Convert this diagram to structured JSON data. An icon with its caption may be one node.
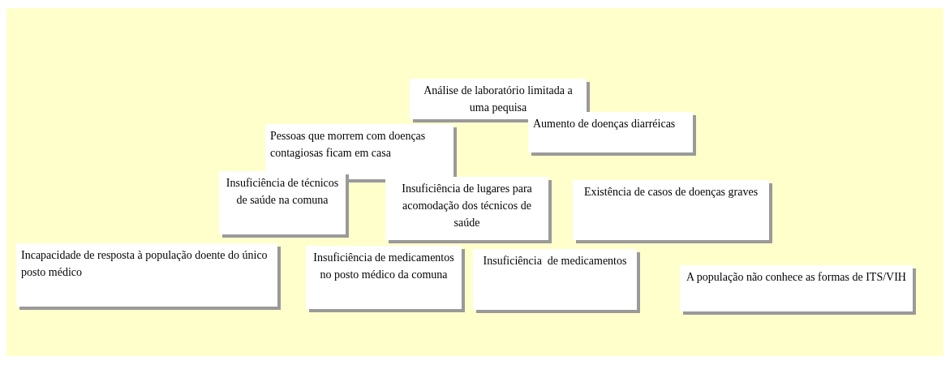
{
  "diagram": {
    "nodes": [
      {
        "text": [
          "Análise de laboratório limitada a uma pequisa"
        ]
      },
      {
        "text": [
          "Pessoas que morrem com doenças contagiosas ficam em casa"
        ]
      },
      {
        "text": [
          "Aumento de doenças diarréicas"
        ]
      },
      {
        "text": [
          "Insuficiência de técnicos de saúde na comuna"
        ]
      },
      {
        "text": [
          "Insuficiência de lugares para acomodação dos técnicos de saúde"
        ]
      },
      {
        "text": [
          "Existência de casos de doenças graves"
        ]
      },
      {
        "text": [
          "Incapacidade de resposta à população doente do único posto médico"
        ]
      },
      {
        "text": [
          "Insuficiência de medicamentos no posto médico da comuna"
        ]
      },
      {
        "text": [
          "Insuficiência  de medicamentos"
        ]
      },
      {
        "text": [
          "A população não conhece as formas de ITS/VIH"
        ]
      }
    ]
  }
}
